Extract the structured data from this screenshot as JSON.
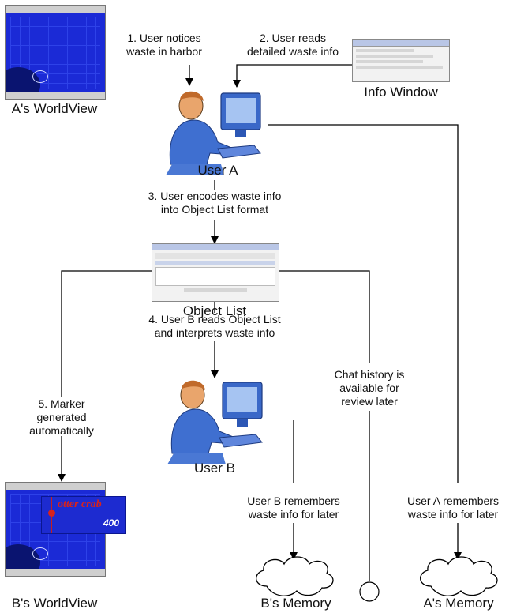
{
  "nodes": {
    "a_worldview": "A's WorldView",
    "info_window": "Info Window",
    "user_a": "User A",
    "object_list": "Object List",
    "user_b": "User B",
    "b_worldview": "B's WorldView",
    "b_memory": "B's Memory",
    "a_memory": "A's Memory"
  },
  "steps": {
    "s1_line1": "1. User notices",
    "s1_line2": "waste in harbor",
    "s2_line1": "2. User reads",
    "s2_line2": "detailed waste info",
    "s3_line1": "3. User encodes waste info",
    "s3_line2": "into Object List format",
    "s4_line1": "4. User B reads Object List",
    "s4_line2": "and interprets waste info",
    "s5_line1": "5. Marker",
    "s5_line2": "generated",
    "s5_line3": "automatically"
  },
  "notes": {
    "chat_line1": "Chat history is",
    "chat_line2": "available for",
    "chat_line3": "review later",
    "b_rem_line1": "User B remembers",
    "b_rem_line2": "waste info for later",
    "a_rem_line1": "User A remembers",
    "a_rem_line2": "waste info for later"
  },
  "marker": {
    "name": "otter crab",
    "value": "400"
  },
  "colors": {
    "map_blue": "#1b2ad6",
    "marker_red": "#d8231c",
    "person_blue": "#3f6fd0"
  }
}
